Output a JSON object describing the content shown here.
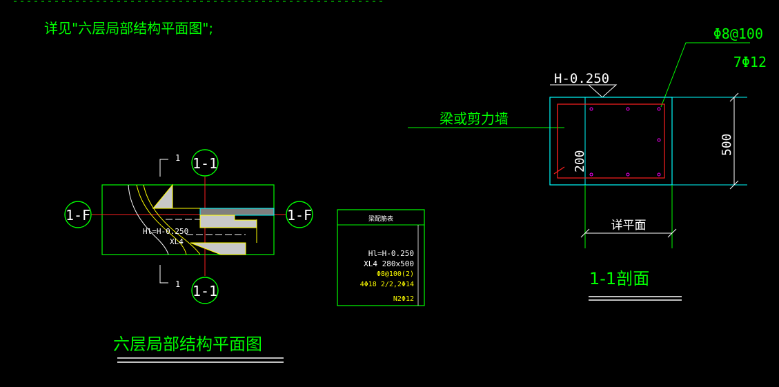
{
  "colors": {
    "background": "#000000",
    "green": "#00ff00",
    "white": "#ffffff",
    "red": "#ff2020",
    "cyan": "#00ffff",
    "yellow": "#ffff00",
    "magenta": "#ff00ff",
    "grey": "#bdbdbd"
  },
  "top_note": {
    "line2": "详见\"六层局部结构平面图\";"
  },
  "plan": {
    "grid_1_1_top": "1-1",
    "grid_1_1_bottom": "1-1",
    "grid_1f_left": "1-F",
    "grid_1f_right": "1-F",
    "section_mark_top": "1",
    "section_mark_bottom": "1",
    "beam_height_label": "Hl=H-0.250",
    "beam_id_label": "XL4",
    "title": "六层局部结构平面图"
  },
  "beam_table": {
    "header": "梁配筋表",
    "rows": [
      "Hl=H-0.250",
      "XL4  280x500",
      "Φ8@100(2)",
      "4Φ18  2/2,2Φ14",
      "N2Φ12"
    ]
  },
  "section": {
    "stirrup_label": "Φ8@100",
    "side_bar_label": "7Φ12",
    "elevation_label": "H-0.250",
    "wall_label": "梁或剪力墙",
    "dim_200": "200",
    "dim_500": "500",
    "see_plan_label": "详平面",
    "title": "1-1剖面"
  }
}
